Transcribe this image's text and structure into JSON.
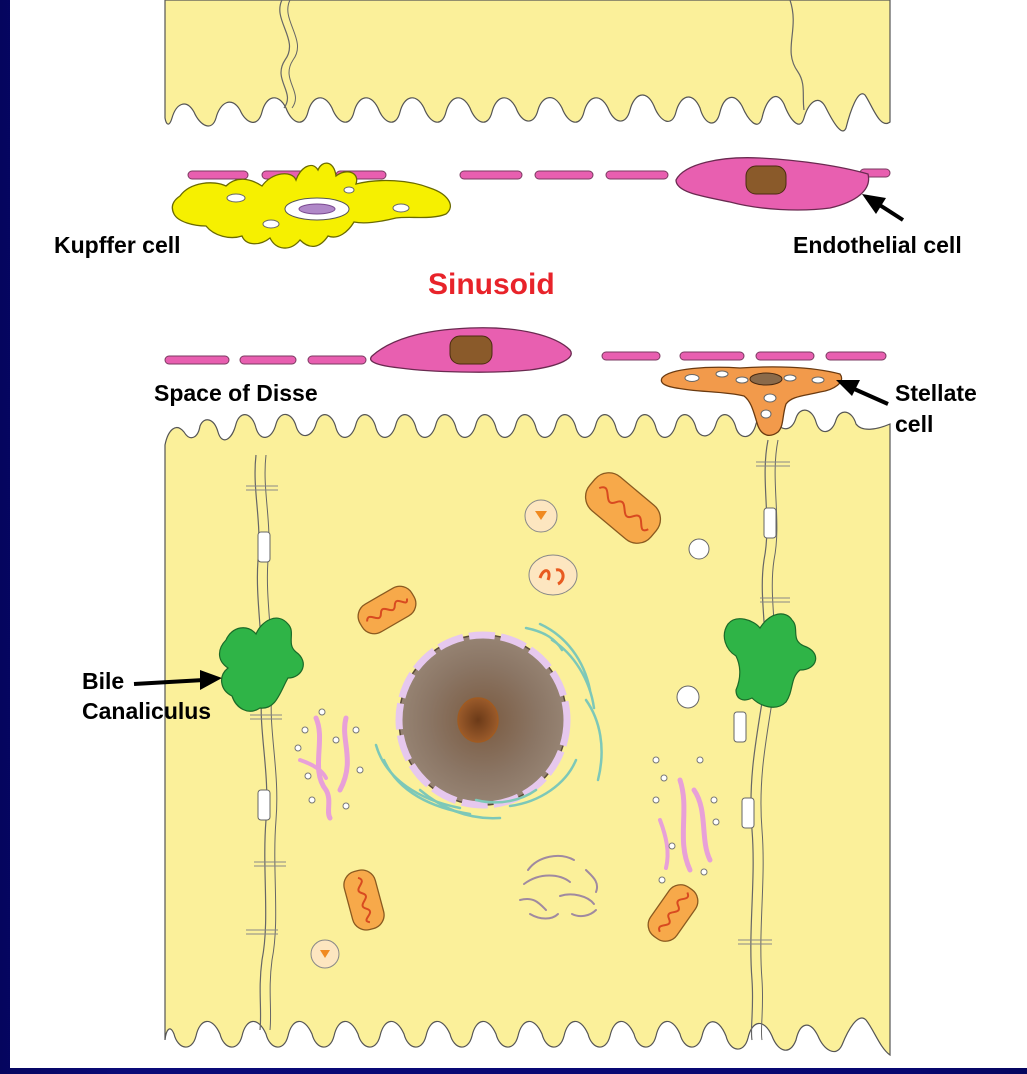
{
  "labels": {
    "kupffer": "Kupffer cell",
    "endothelial": "Endothelial cell",
    "sinusoid": "Sinusoid",
    "disse": "Space of Disse",
    "stellate_1": "Stellate",
    "stellate_2": "cell",
    "bile_1": "Bile",
    "bile_2": "Canaliculus"
  },
  "colors": {
    "background": "#000066",
    "hepatocyte": "#fbf09a",
    "sinusoid_title": "#e8232a",
    "endothelium": "#e85fb0",
    "kupffer": "#f6f000",
    "stellate": "#f29a4b",
    "bile_canaliculus": "#2fb447",
    "nucleus": "#8a7563",
    "mitochondrion": "#f7a94a"
  }
}
